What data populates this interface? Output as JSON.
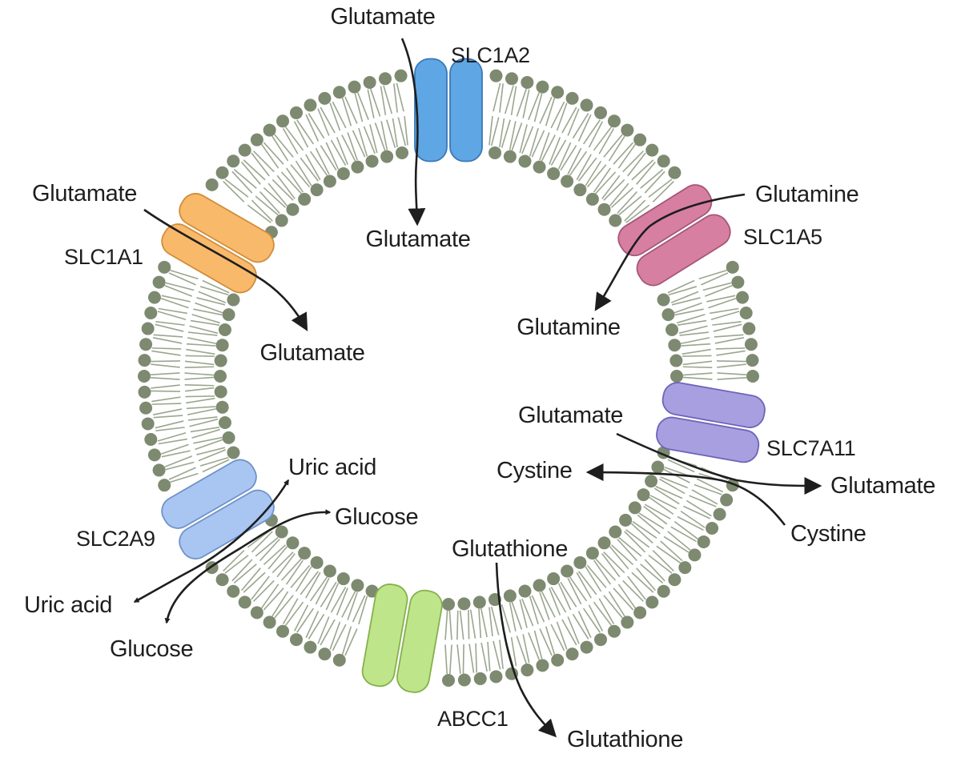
{
  "membrane": {
    "head_color": "#7d8a70",
    "tail_color": "#9aa68e"
  },
  "transporters": [
    {
      "id": "slc1a2",
      "name": "SLC1A2",
      "color": "#5fa6e4",
      "stroke": "#3a78b8",
      "labels": {
        "outside": "Glutamate",
        "inside": "Glutamate"
      }
    },
    {
      "id": "slc1a5",
      "name": "SLC1A5",
      "color": "#d77fa1",
      "stroke": "#a55778",
      "labels": {
        "outside": "Glutamine",
        "inside": "Glutamine"
      }
    },
    {
      "id": "slc1a1",
      "name": "SLC1A1",
      "color": "#f8b96a",
      "stroke": "#d08d3a",
      "labels": {
        "outside": "Glutamate",
        "inside": "Glutamate"
      }
    },
    {
      "id": "slc7a11",
      "name": "SLC7A11",
      "color": "#a79fe0",
      "stroke": "#6f64b8",
      "labels": {
        "glutamate_in": "Glutamate",
        "cystine_out_left": "Cystine",
        "glutamate_out": "Glutamate",
        "cystine_outside": "Cystine"
      }
    },
    {
      "id": "slc2a9",
      "name": "SLC2A9",
      "color": "#a9c6f2",
      "stroke": "#6f92c8",
      "labels": {
        "uric_inside": "Uric acid",
        "glucose_inside": "Glucose",
        "uric_outside": "Uric acid",
        "glucose_outside": "Glucose"
      }
    },
    {
      "id": "abcc1",
      "name": "ABCC1",
      "color": "#bfe58a",
      "stroke": "#86b04f",
      "labels": {
        "inside": "Glutathione",
        "outside": "Glutathione"
      }
    }
  ]
}
